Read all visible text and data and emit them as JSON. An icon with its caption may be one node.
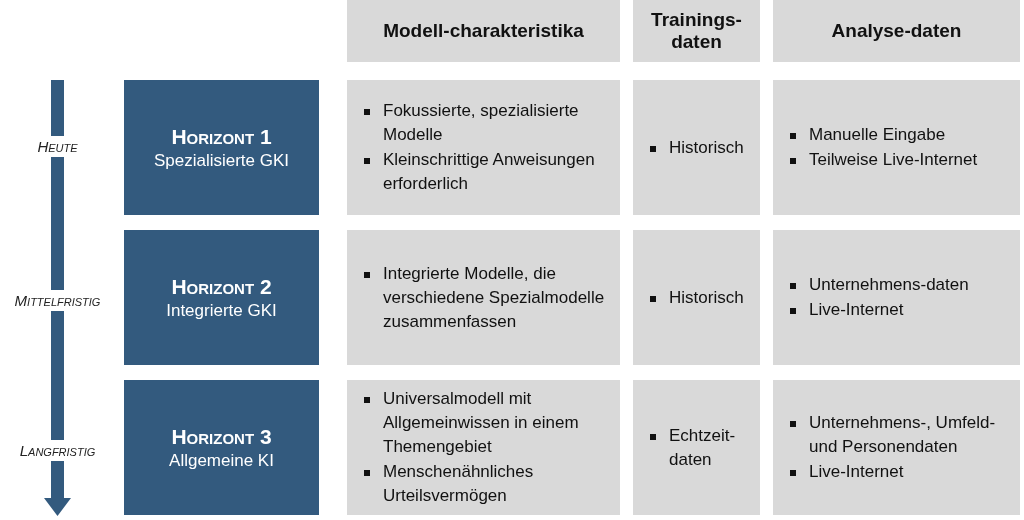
{
  "diagram": {
    "nodes": [
      {
        "text": [
          "Modell-charakteristika"
        ]
      },
      {
        "text": [
          "Trainings-daten"
        ]
      },
      {
        "text": [
          "Analyse-daten"
        ]
      },
      {
        "text": [
          "Horizont 1",
          "Spezialisierte GKI"
        ]
      },
      {
        "text": [
          "Fokussierte, spezialisierte Modelle",
          "Kleinschrittige Anweisungen erforderlich"
        ]
      },
      {
        "text": [
          "Historisch"
        ]
      },
      {
        "text": [
          "Manuelle Eingabe",
          "Teilweise Live-Internet"
        ]
      },
      {
        "text": [
          "Horizont 2",
          "Integrierte GKI"
        ]
      },
      {
        "text": [
          "Integrierte Modelle, die verschiedene Spezialmodelle zusammenfassen"
        ]
      },
      {
        "text": [
          "Historisch"
        ]
      },
      {
        "text": [
          "Unternehmens-daten",
          "Live-Internet"
        ]
      },
      {
        "text": [
          "Horizont 3",
          "Allgemeine KI"
        ]
      },
      {
        "text": [
          "Universalmodell mit Allgemeinwissen in einem Themengebiet",
          "Menschenähnliches Urteilsvermögen"
        ]
      },
      {
        "text": [
          "Echtzeit-daten"
        ]
      },
      {
        "text": [
          "Unternehmens-, Umfeld- und Personendaten",
          "Live-Internet"
        ]
      }
    ],
    "edges": [],
    "labels": [
      "Heute",
      "Mittelfristig",
      "Langfristig"
    ]
  }
}
